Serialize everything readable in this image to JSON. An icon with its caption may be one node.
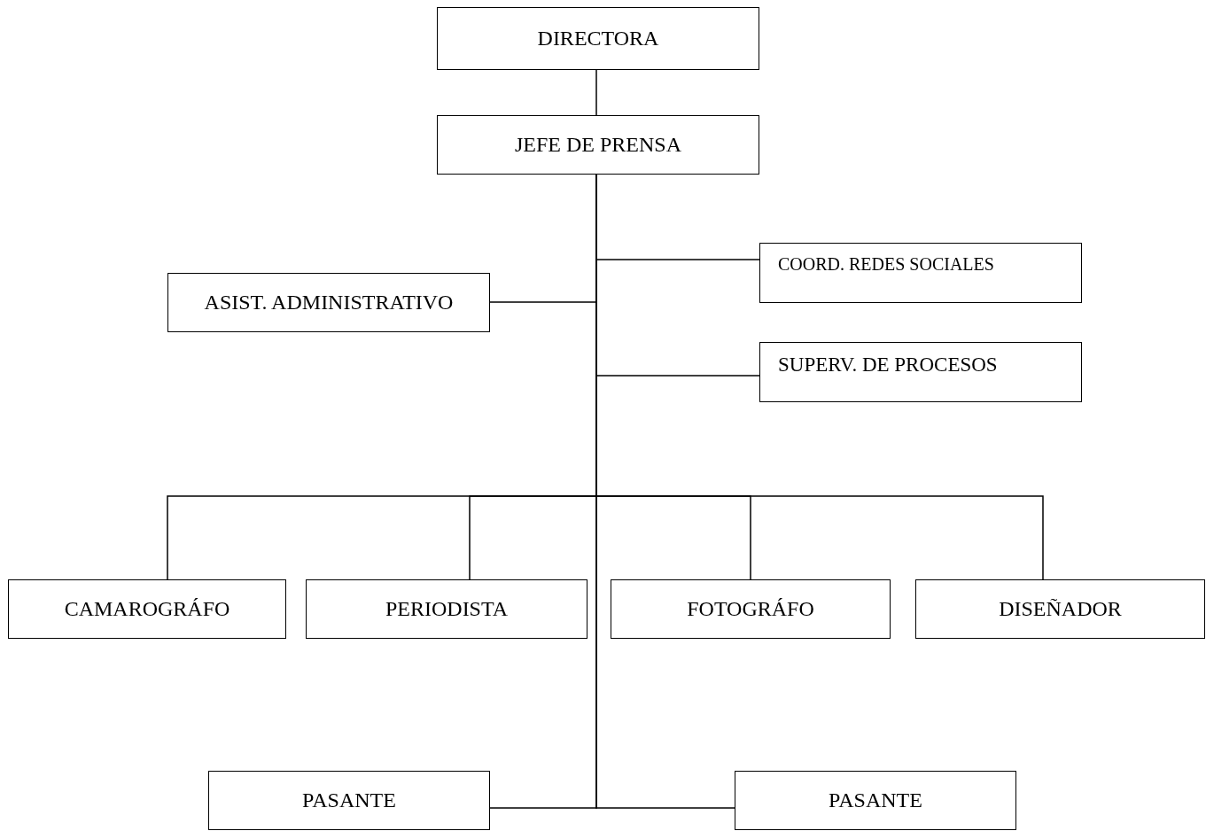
{
  "diagram": {
    "nodes": [
      {
        "text": [
          "DIRECTORA"
        ]
      },
      {
        "text": [
          "JEFE DE PRENSA"
        ]
      },
      {
        "text": [
          "COORD. REDES SOCIALES"
        ]
      },
      {
        "text": [
          "ASIST. ADMINISTRATIVO"
        ]
      },
      {
        "text": [
          "SUPERV. DE PROCESOS"
        ]
      },
      {
        "text": [
          "CAMAROGRÁFO"
        ]
      },
      {
        "text": [
          "PERIODISTA"
        ]
      },
      {
        "text": [
          "FOTOGRÁFO"
        ]
      },
      {
        "text": [
          "DISEÑADOR"
        ]
      },
      {
        "text": [
          "PASANTE"
        ]
      },
      {
        "text": [
          "PASANTE"
        ]
      }
    ],
    "edges": [
      {
        "from": 0,
        "to": 1,
        "arrow": "none"
      },
      {
        "from": 1,
        "to": 2,
        "arrow": "none"
      },
      {
        "from": 1,
        "to": 3,
        "arrow": "none"
      },
      {
        "from": 1,
        "to": 4,
        "arrow": "none"
      },
      {
        "from": 1,
        "to": 5,
        "arrow": "none"
      },
      {
        "from": 1,
        "to": 6,
        "arrow": "none"
      },
      {
        "from": 1,
        "to": 7,
        "arrow": "none"
      },
      {
        "from": 1,
        "to": 8,
        "arrow": "none"
      },
      {
        "from": 1,
        "to": 9,
        "arrow": "none"
      },
      {
        "from": 1,
        "to": 10,
        "arrow": "none"
      }
    ]
  }
}
